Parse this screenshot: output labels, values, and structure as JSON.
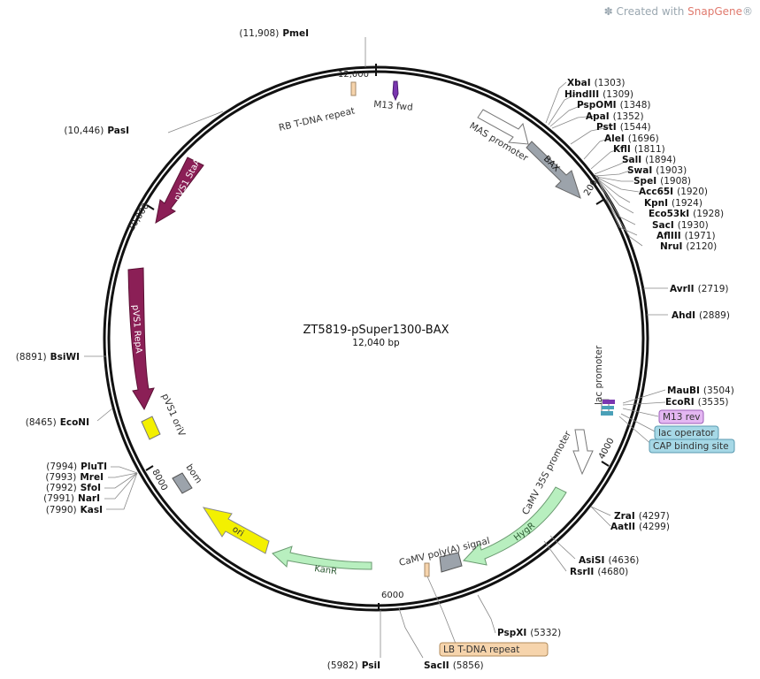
{
  "watermark": {
    "prefix": "Created with ",
    "brand": "SnapGene"
  },
  "map": {
    "name": "ZT5819-pSuper1300-BAX",
    "length_label": "12,040 bp",
    "total_bp": 12040,
    "ticks": [
      {
        "bp": 2000,
        "label": "2000"
      },
      {
        "bp": 4000,
        "label": "4000"
      },
      {
        "bp": 6000,
        "label": "6000"
      },
      {
        "bp": 8000,
        "label": "8000"
      },
      {
        "bp": 10000,
        "label": "10,000"
      },
      {
        "bp": 12000,
        "label": "12,000"
      }
    ]
  },
  "sites": [
    {
      "name": "PmeI",
      "pos": "(11,908)"
    },
    {
      "name": "PasI",
      "pos": "(10,446)"
    },
    {
      "name": "BsiWI",
      "pos": "(8891)"
    },
    {
      "name": "EcoNI",
      "pos": "(8465)"
    },
    {
      "name": "PluTI",
      "pos": "(7994)"
    },
    {
      "name": "MreI",
      "pos": "(7993)"
    },
    {
      "name": "SfoI",
      "pos": "(7992)"
    },
    {
      "name": "NarI",
      "pos": "(7991)"
    },
    {
      "name": "KasI",
      "pos": "(7990)"
    },
    {
      "name": "PsiI",
      "pos": "(5982)"
    },
    {
      "name": "SacII",
      "pos": "(5856)"
    },
    {
      "name": "PspXI",
      "pos": "(5332)"
    },
    {
      "name": "RsrII",
      "pos": "(4680)"
    },
    {
      "name": "AsiSI",
      "pos": "(4636)"
    },
    {
      "name": "AatII",
      "pos": "(4299)"
    },
    {
      "name": "ZraI",
      "pos": "(4297)"
    },
    {
      "name": "EcoRI",
      "pos": "(3535)"
    },
    {
      "name": "MauBI",
      "pos": "(3504)"
    },
    {
      "name": "AhdI",
      "pos": "(2889)"
    },
    {
      "name": "AvrII",
      "pos": "(2719)"
    },
    {
      "name": "XbaI",
      "pos": "(1303)"
    },
    {
      "name": "HindIII",
      "pos": "(1309)"
    },
    {
      "name": "PspOMI",
      "pos": "(1348)"
    },
    {
      "name": "ApaI",
      "pos": "(1352)"
    },
    {
      "name": "PstI",
      "pos": "(1544)"
    },
    {
      "name": "AleI",
      "pos": "(1696)"
    },
    {
      "name": "KflI",
      "pos": "(1811)"
    },
    {
      "name": "SalI",
      "pos": "(1894)"
    },
    {
      "name": "SwaI",
      "pos": "(1903)"
    },
    {
      "name": "SpeI",
      "pos": "(1908)"
    },
    {
      "name": "Acc65I",
      "pos": "(1920)"
    },
    {
      "name": "KpnI",
      "pos": "(1924)"
    },
    {
      "name": "Eco53kI",
      "pos": "(1928)"
    },
    {
      "name": "SacI",
      "pos": "(1930)"
    },
    {
      "name": "AflIII",
      "pos": "(1971)"
    },
    {
      "name": "NruI",
      "pos": "(2120)"
    }
  ],
  "features": [
    {
      "label": "MAS promoter",
      "color": "#ffffff"
    },
    {
      "label": "BAX",
      "color": "#9ca3ab"
    },
    {
      "label": "lac promoter",
      "color": "#ffffff"
    },
    {
      "label": "CaMV 35S promoter",
      "color": "#ffffff"
    },
    {
      "label": "HygR",
      "color": "#b8efbf"
    },
    {
      "label": "CaMV poly(A) signal",
      "color": "#9ca3ab"
    },
    {
      "label": "LB T-DNA repeat",
      "color": "#f6d4ac"
    },
    {
      "label": "KanR",
      "color": "#b8efbf"
    },
    {
      "label": "ori",
      "color": "#f3f000"
    },
    {
      "label": "bom",
      "color": "#9ca3ab"
    },
    {
      "label": "pVS1 oriV",
      "color": "#f3f000"
    },
    {
      "label": "pVS1 RepA",
      "color": "#8b1f56"
    },
    {
      "label": "pVS1 StaA",
      "color": "#8b1f56"
    },
    {
      "label": "RB T-DNA repeat",
      "color": "#f6d4ac"
    },
    {
      "label": "M13 fwd",
      "color": "#7a36b0"
    },
    {
      "label": "M13 rev",
      "color": "#d9a6f0"
    },
    {
      "label": "lac operator",
      "color": "#a6d8e6"
    },
    {
      "label": "CAP binding site",
      "color": "#a6d8e6"
    }
  ]
}
